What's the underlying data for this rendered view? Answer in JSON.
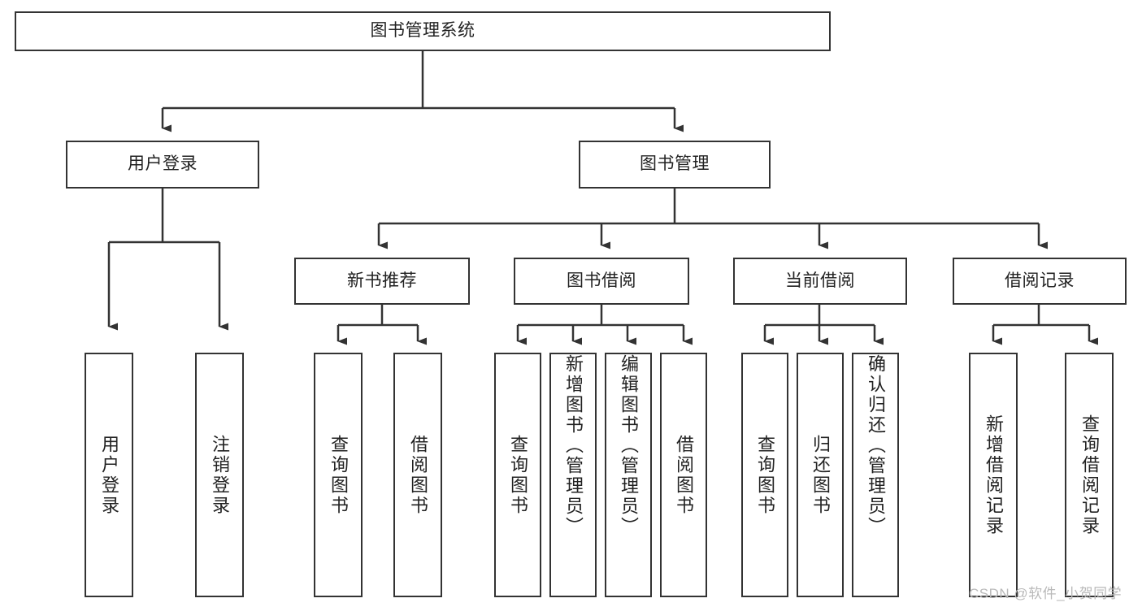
{
  "diagram": {
    "type": "hierarchy-tree",
    "title": "图书管理系统",
    "root": {
      "label": "图书管理系统"
    },
    "level2": [
      {
        "label": "用户登录"
      },
      {
        "label": "图书管理"
      }
    ],
    "level3": [
      {
        "label": "新书推荐"
      },
      {
        "label": "图书借阅"
      },
      {
        "label": "当前借阅"
      },
      {
        "label": "借阅记录"
      }
    ],
    "leaves": {
      "user_login": [
        {
          "label": "用户登录"
        },
        {
          "label": "注销登录"
        }
      ],
      "new_book_recommend": [
        {
          "label": "查询图书"
        },
        {
          "label": "借阅图书"
        }
      ],
      "book_borrow": [
        {
          "label": "查询图书"
        },
        {
          "label": "新增图书（管理员）"
        },
        {
          "label": "编辑图书（管理员）"
        },
        {
          "label": "借阅图书"
        }
      ],
      "current_borrow": [
        {
          "label": "查询图书"
        },
        {
          "label": "归还图书"
        },
        {
          "label": "确认归还（管理员）"
        }
      ],
      "borrow_records": [
        {
          "label": "新增借阅记录"
        },
        {
          "label": "查询借阅记录"
        }
      ]
    }
  },
  "watermark": {
    "text": "CSDN @软件_小贺同学"
  },
  "colors": {
    "background": "#ffffff",
    "border": "#333333",
    "text": "#222222",
    "watermark": "#b9b9b9"
  }
}
